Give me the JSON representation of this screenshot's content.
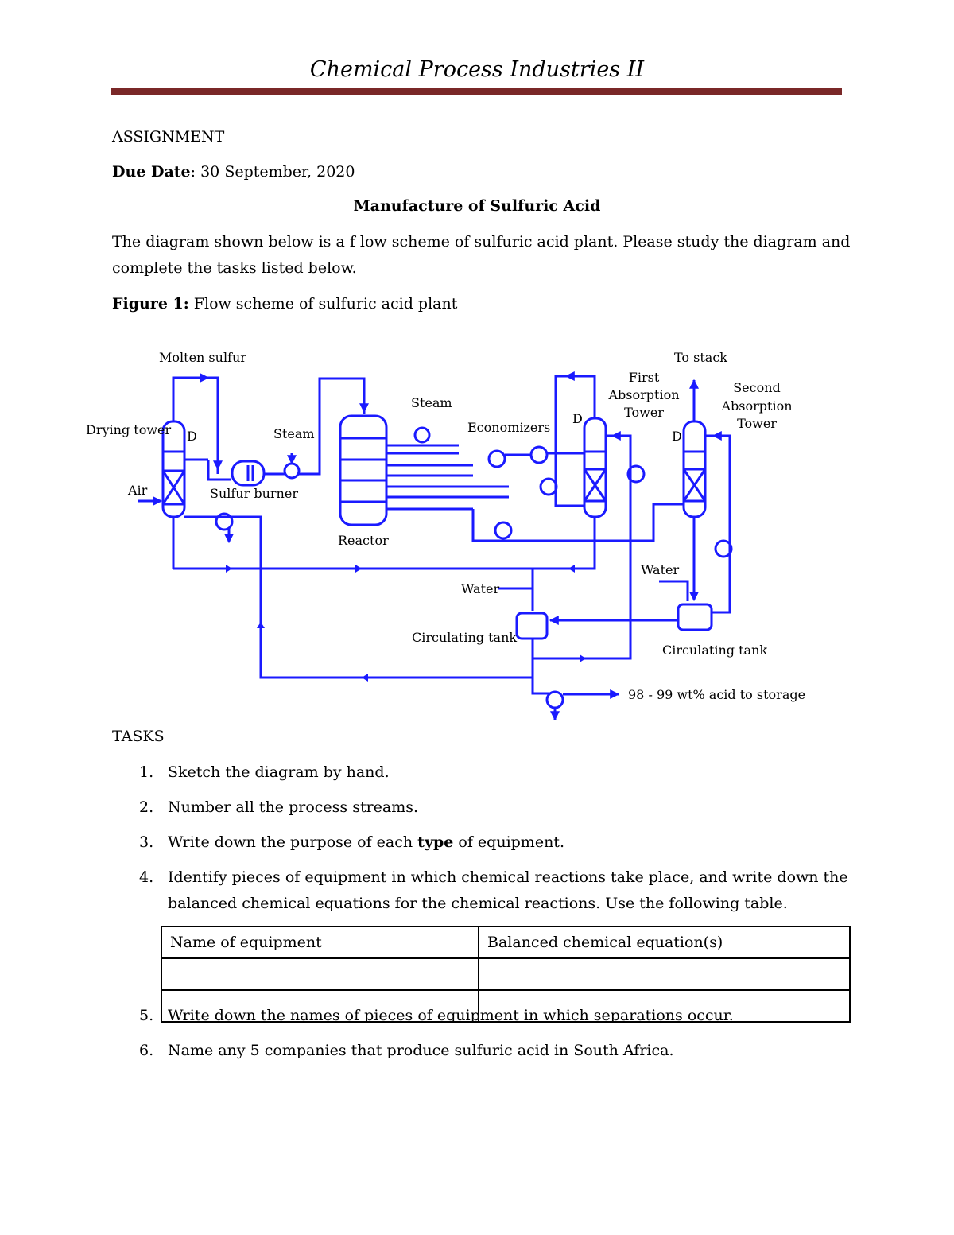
{
  "header": {
    "title": "Chemical Process Industries II"
  },
  "assignment_label": "ASSIGNMENT",
  "due": {
    "label": "Due Date",
    "value": ": 30 September, 2020"
  },
  "section_title": "Manufacture of Sulfuric Acid",
  "intro": "The diagram shown below is a f low scheme of sulfuric acid plant.  Please study the diagram and complete the tasks listed below.",
  "figure_caption": {
    "label": "Figure 1:",
    "text": " Flow scheme of sulfuric acid plant"
  },
  "diagram": {
    "labels": {
      "molten_sulfur": "Molten sulfur",
      "drying_tower": "Drying tower",
      "d1": "D",
      "air": "Air",
      "sulfur_burner": "Sulfur burner",
      "steam_left": "Steam",
      "steam_mid": "Steam",
      "reactor": "Reactor",
      "economizers": "Economizers",
      "d2": "D",
      "first_abs_1": "First",
      "first_abs_2": "Absorption",
      "first_abs_3": "Tower",
      "to_stack": "To stack",
      "second_abs_1": "Second",
      "second_abs_2": "Absorption",
      "second_abs_3": "Tower",
      "d3": "D",
      "water_left": "Water",
      "water_right": "Water",
      "circ_tank_left": "Circulating tank",
      "circ_tank_right": "Circulating tank",
      "acid_storage": "98 - 99 wt% acid to storage"
    },
    "line_color": "#1a1aff"
  },
  "tasks_label": "TASKS",
  "tasks": [
    {
      "num": "1.",
      "text": "Sketch the diagram by hand."
    },
    {
      "num": "2.",
      "text": "Number all the process streams."
    },
    {
      "num": "3.",
      "pre": "Write down the purpose of each ",
      "bold": "type",
      "post": " of equipment."
    },
    {
      "num": "4.",
      "text": "Identify pieces of equipment in which chemical reactions take place, and write down the balanced chemical equations for the chemical reactions.  Use the following table."
    },
    {
      "num": "5.",
      "text": "Write down the names of pieces of equipment in which separations occur."
    },
    {
      "num": "6.",
      "text": "Name any 5 companies that produce sulfuric acid in South Africa."
    }
  ],
  "table": {
    "headers": [
      "Name of equipment",
      "Balanced chemical equation(s)"
    ],
    "rows": [
      [
        "",
        ""
      ],
      [
        "",
        ""
      ]
    ]
  }
}
